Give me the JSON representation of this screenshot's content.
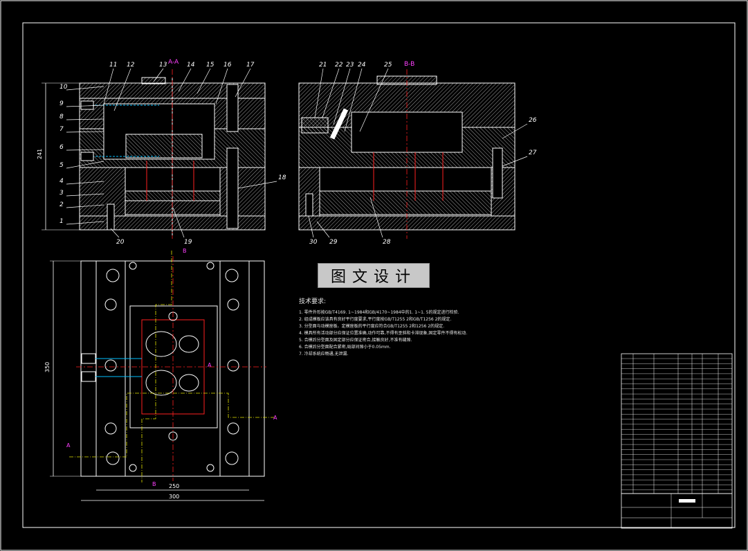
{
  "drawing": {
    "section_aa_label": "A-A",
    "section_bb_label": "B-B",
    "banner_text": "图文设计",
    "callouts_left": [
      "10",
      "9",
      "8",
      "7",
      "6",
      "5",
      "4",
      "3",
      "2",
      "1"
    ],
    "callouts_top_left": [
      "11",
      "12",
      "13",
      "14",
      "15",
      "16",
      "17"
    ],
    "callouts_top_right": [
      "21",
      "22",
      "23",
      "24",
      "25"
    ],
    "callouts_bottom_left": [
      "20",
      "19"
    ],
    "callouts_bottom_right": [
      "30",
      "29",
      "28"
    ],
    "callouts_right": [
      "18",
      "26",
      "27"
    ],
    "dimensions": {
      "height_aa": "241",
      "plan_height": "350",
      "plan_width_inner": "250",
      "plan_width_outer": "300"
    },
    "section_markers": {
      "a": "A",
      "b": "B"
    }
  },
  "notes": {
    "title": "技术要求:",
    "lines": [
      "1. 零件外形按GB/T4169. 1~1984和GB/4170~1984中的1. 1~1. 5的规定进行检验.",
      "2. 组成模板应该具有良好平行度要求,平行度按GB/T1255 2和GB/T1256 2的规定.",
      "3. 分型面与动模座板、定模座板的平行度应符合GB/T1255 2和1256 2的规定.",
      "4. 模具所有活动部分应保证位置准确,动作可靠,不得有歪斜和卡滞现象,固定零件不得有松动.",
      "5. 合模后分型面及固定部分应保证密合,接触良好,不准有缝隙.",
      "6. 合模后分型面配合紧密,局部间隙小于0.05mm.",
      "7. 冷却系统应畅通,无泄漏."
    ]
  },
  "colors": {
    "background": "#000000",
    "line": "#ffffff",
    "hatch": "#cfcfcf",
    "callout": "#ffffff",
    "center_line": "#ff2020",
    "section_line": "#e0e000",
    "marker": "#ff40ff",
    "hidden": "#00c0ff"
  }
}
